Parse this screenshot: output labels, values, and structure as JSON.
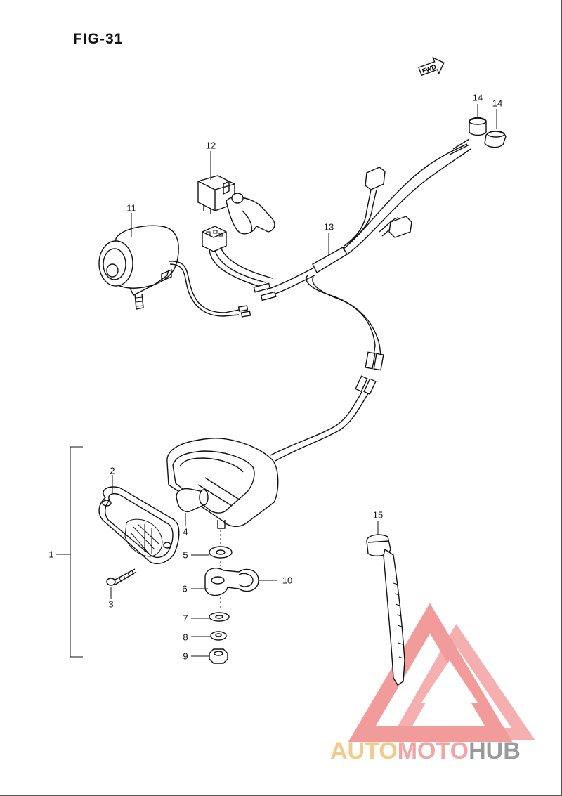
{
  "figure": {
    "title": "FIG-31"
  },
  "direction_arrow": {
    "label": "FWD"
  },
  "callouts": [
    {
      "id": "c1",
      "text": "1"
    },
    {
      "id": "c2",
      "text": "2"
    },
    {
      "id": "c3",
      "text": "3"
    },
    {
      "id": "c4",
      "text": "4"
    },
    {
      "id": "c5",
      "text": "5"
    },
    {
      "id": "c6",
      "text": "6"
    },
    {
      "id": "c7",
      "text": "7"
    },
    {
      "id": "c8",
      "text": "8"
    },
    {
      "id": "c9",
      "text": "9"
    },
    {
      "id": "c10",
      "text": "10"
    },
    {
      "id": "c11",
      "text": "11"
    },
    {
      "id": "c12",
      "text": "12"
    },
    {
      "id": "c13",
      "text": "13"
    },
    {
      "id": "c14a",
      "text": "14"
    },
    {
      "id": "c14b",
      "text": "14"
    },
    {
      "id": "c15",
      "text": "15"
    }
  ],
  "watermark": {
    "part1": "AUTO",
    "part2": "MOTO",
    "part3": "HUB",
    "colors": {
      "auto": "#f6c98a",
      "moto": "#f3a5a5",
      "hub": "#9a9a9a",
      "logo": "#f08a8a"
    }
  }
}
